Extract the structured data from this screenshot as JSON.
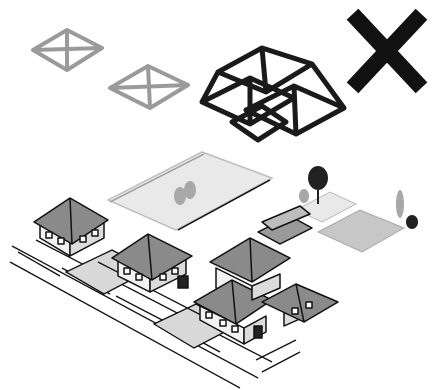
{
  "diagram": {
    "caption_text": "",
    "colors": {
      "background": "#ffffff",
      "roof_outline_light": "#9a9a9a",
      "roof_outline_dark": "#1a1a1a",
      "x_mark": "#111111",
      "house_wall": "#f2f2f2",
      "house_roof": "#8a8a8a",
      "lot_shade": "#bdbdbd",
      "tree_dark": "#222222",
      "tree_light": "#a8a8a8",
      "line": "#111111"
    },
    "elements": [
      "small-roof-outline-1",
      "small-roof-outline-2",
      "large-complex-roof-outline",
      "x-mark-icon",
      "vacant-lot",
      "street",
      "house-1",
      "house-2",
      "large-house",
      "shaded-lot-right",
      "trees"
    ]
  }
}
